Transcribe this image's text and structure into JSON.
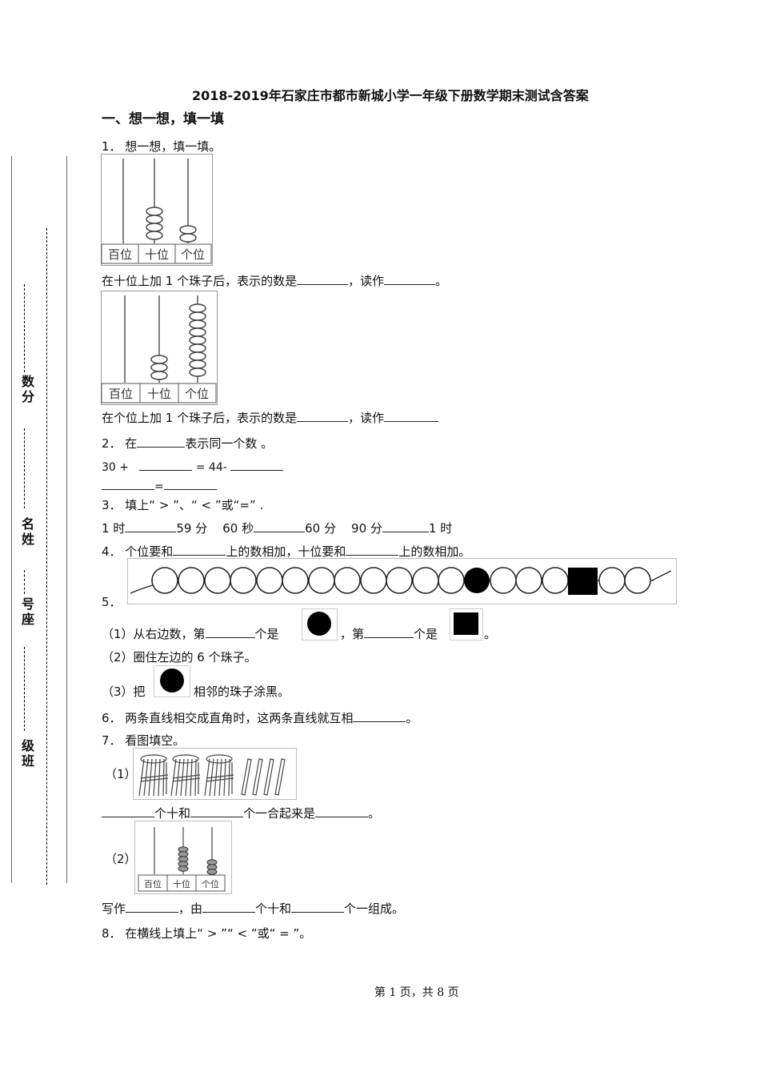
{
  "title": "2018-2019年石家庄市都市新城小学一年级下册数学期末测试含答案",
  "section1": "一、想一想，填一填",
  "side": {
    "label1": "数分",
    "label2": "名姓",
    "label3": "号座",
    "label4": "级班"
  },
  "q1": {
    "stem": "1． 想一想，填一填。",
    "line_a_pre": "在十位上加 1 个珠子后，表示的数是",
    "line_a_mid": "，读作",
    "line_a_end": "。",
    "line_b_pre": "在个位上加 1 个珠子后，表示的数是",
    "line_b_mid": "，读作",
    "abacus_labels": [
      "百位",
      "十位",
      "个位"
    ]
  },
  "q2": {
    "stem_pre": "2． 在",
    "stem_post": "表示同一个数 。",
    "line1_a": "30 +",
    "line1_b": "= 44-",
    "line2_eq": "="
  },
  "q3": {
    "stem": "3． 填上“ > ”、“ < ”或“=” .",
    "a1": "1 时",
    "a2": "59 分",
    "b1": "60 秒",
    "b2": "60 分",
    "c1": "90 分",
    "c2": "1 时"
  },
  "q4": {
    "pre": "4． 个位要和",
    "mid": "上的数相加，十位要和",
    "post": "上的数相加。"
  },
  "q5": {
    "num": "5．",
    "s1_pre": "（1）从右边数，第",
    "s1_mid": "个是",
    "s1_mid2": "，第",
    "s1_mid3": "个是",
    "s1_end": "。",
    "s2": "（2）圈住左边的 6 个珠子。",
    "s3_pre": "（3）把",
    "s3_post": "相邻的珠子涂黑。"
  },
  "q6": {
    "pre": "6． 两条直线相交成直角时，这两条直线就互相",
    "end": "。"
  },
  "q7": {
    "stem": "7． 看图填空。",
    "p1": "（1）",
    "l1_a": "个十和",
    "l1_b": "个一合起来是",
    "l1_end": "。",
    "p2": "（2）",
    "l2_pre": "写作",
    "l2_a": "，由",
    "l2_b": "个十和",
    "l2_c": "个一组成。",
    "abacus_labels": [
      "百位",
      "十位",
      "个位"
    ]
  },
  "q8": {
    "stem": "8． 在横线上填上“ > ”“ < ”或“ = ”。"
  },
  "footer": "第 1 页，共 8 页"
}
